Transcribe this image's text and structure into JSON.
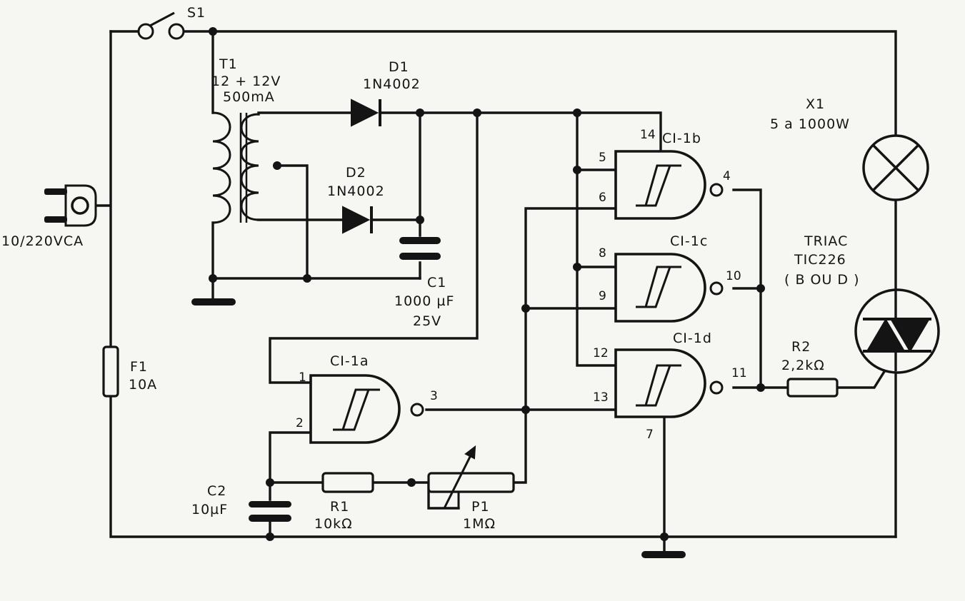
{
  "labels": {
    "s1": "S1",
    "t1_name": "T1",
    "t1_voltage": "12 + 12V",
    "t1_current": "500mA",
    "d1_name": "D1",
    "d1_part": "1N4002",
    "d2_name": "D2",
    "d2_part": "1N4002",
    "c1_name": "C1",
    "c1_value": "1000 µF",
    "c1_voltage": "25V",
    "plug": "10/220VCA",
    "f1_name": "F1",
    "f1_value": "10A",
    "c2_name": "C2",
    "c2_value": "10µF",
    "r1_name": "R1",
    "r1_value": "10kΩ",
    "p1_name": "P1",
    "p1_value": "1MΩ",
    "x1_name": "X1",
    "x1_value": "5 a 1000W",
    "triac_line1": "TRIAC",
    "triac_line2": "TIC226",
    "triac_line3": "( B OU D )",
    "r2_name": "R2",
    "r2_value": "2,2kΩ",
    "ci1a": "CI-1a",
    "ci1b": "CI-1b",
    "ci1c": "CI-1c",
    "ci1d": "CI-1d"
  },
  "pins": {
    "p1": "1",
    "p2": "2",
    "p3": "3",
    "p4": "4",
    "p5": "5",
    "p6": "6",
    "p7": "7",
    "p8": "8",
    "p9": "9",
    "p10": "10",
    "p11": "11",
    "p12": "12",
    "p13": "13",
    "p14": "14"
  }
}
